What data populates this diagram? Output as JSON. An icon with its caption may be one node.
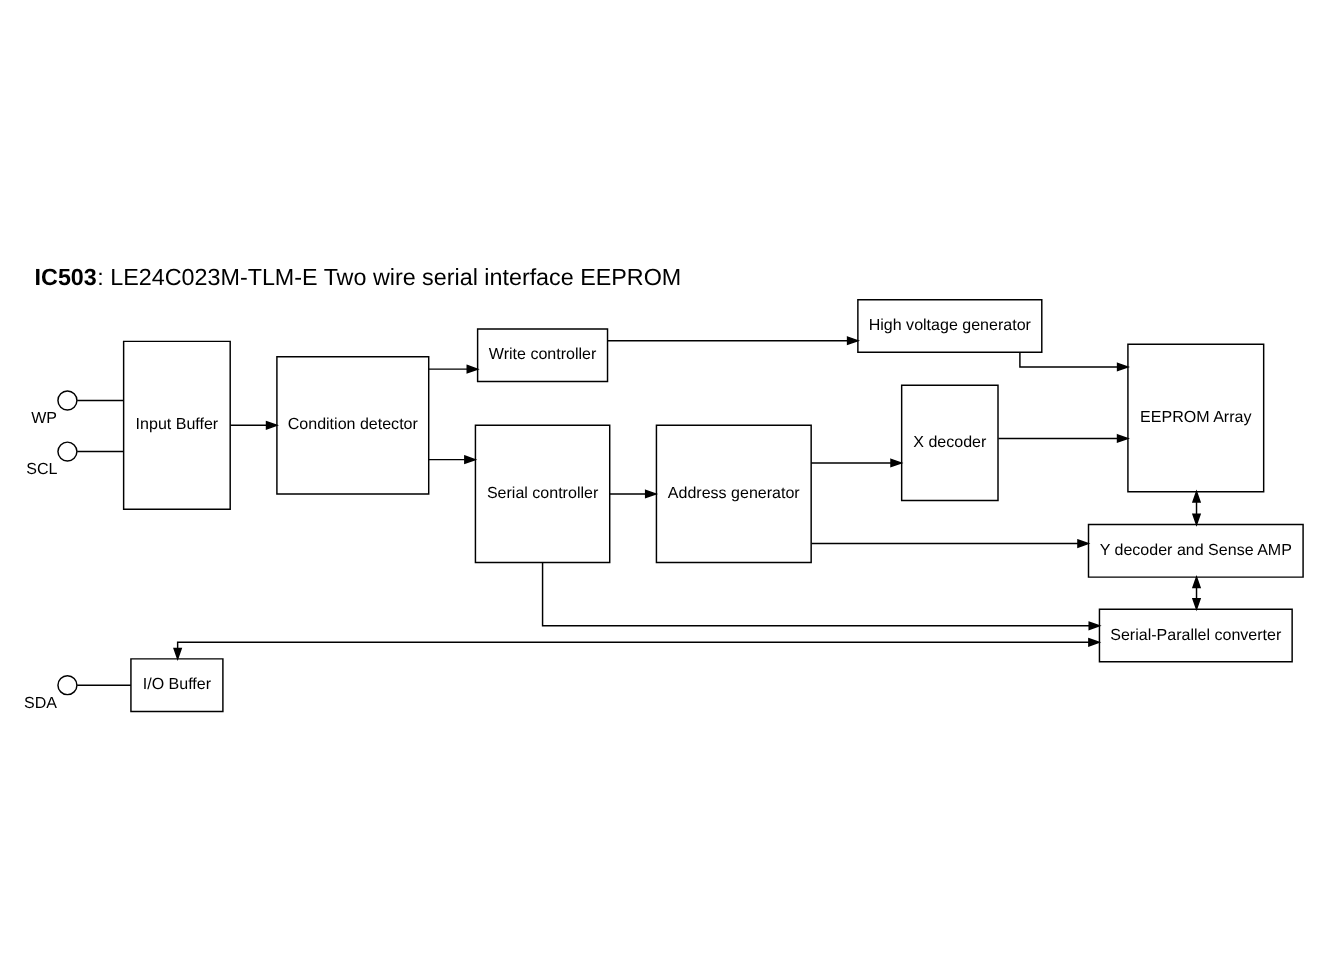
{
  "diagram": {
    "title": "**IC503**: LE24C023M-TLM-E Two wire serial interface EEPROM",
    "nodes": [
      {
        "text": [],
        "shape": "circle",
        "beside": [
          "WP"
        ]
      },
      {
        "text": [],
        "shape": "circle",
        "beside": [
          "SCL"
        ]
      },
      {
        "text": [],
        "shape": "circle",
        "beside": [
          "SDA"
        ]
      },
      {
        "text": [
          "Input Buffer"
        ]
      },
      {
        "text": [
          "I/O Buffer"
        ]
      },
      {
        "text": [
          "Condition detector"
        ]
      },
      {
        "text": [
          "Write controller"
        ]
      },
      {
        "text": [
          "High voltage generator"
        ]
      },
      {
        "text": [
          "Serial controller"
        ]
      },
      {
        "text": [
          "Address generator"
        ]
      },
      {
        "text": [
          "X decoder"
        ]
      },
      {
        "text": [
          "EEPROM Array"
        ]
      },
      {
        "text": [
          "Y decoder and Sense AMP"
        ]
      },
      {
        "text": [
          "Serial-Parallel converter"
        ]
      }
    ],
    "edges": [
      {
        "from": 0,
        "to": 3,
        "arrow": "none"
      },
      {
        "from": 1,
        "to": 3,
        "arrow": "none"
      },
      {
        "from": 2,
        "to": 4,
        "arrow": "none"
      },
      {
        "from": 3,
        "to": 5,
        "arrow": "to"
      },
      {
        "from": 5,
        "to": 6,
        "arrow": "to"
      },
      {
        "from": 6,
        "to": 7,
        "arrow": "to"
      },
      {
        "from": 7,
        "to": 11,
        "arrow": "to"
      },
      {
        "from": 5,
        "to": 8,
        "arrow": "to"
      },
      {
        "from": 8,
        "to": 9,
        "arrow": "to"
      },
      {
        "from": 9,
        "to": 10,
        "arrow": "to"
      },
      {
        "from": 10,
        "to": 11,
        "arrow": "to"
      },
      {
        "from": 9,
        "to": 12,
        "arrow": "to"
      },
      {
        "from": 11,
        "to": 12,
        "arrow": "both"
      },
      {
        "from": 12,
        "to": 13,
        "arrow": "both"
      },
      {
        "from": 8,
        "to": 13,
        "arrow": "to"
      },
      {
        "from": 4,
        "to": 13,
        "arrow": "both"
      }
    ]
  }
}
